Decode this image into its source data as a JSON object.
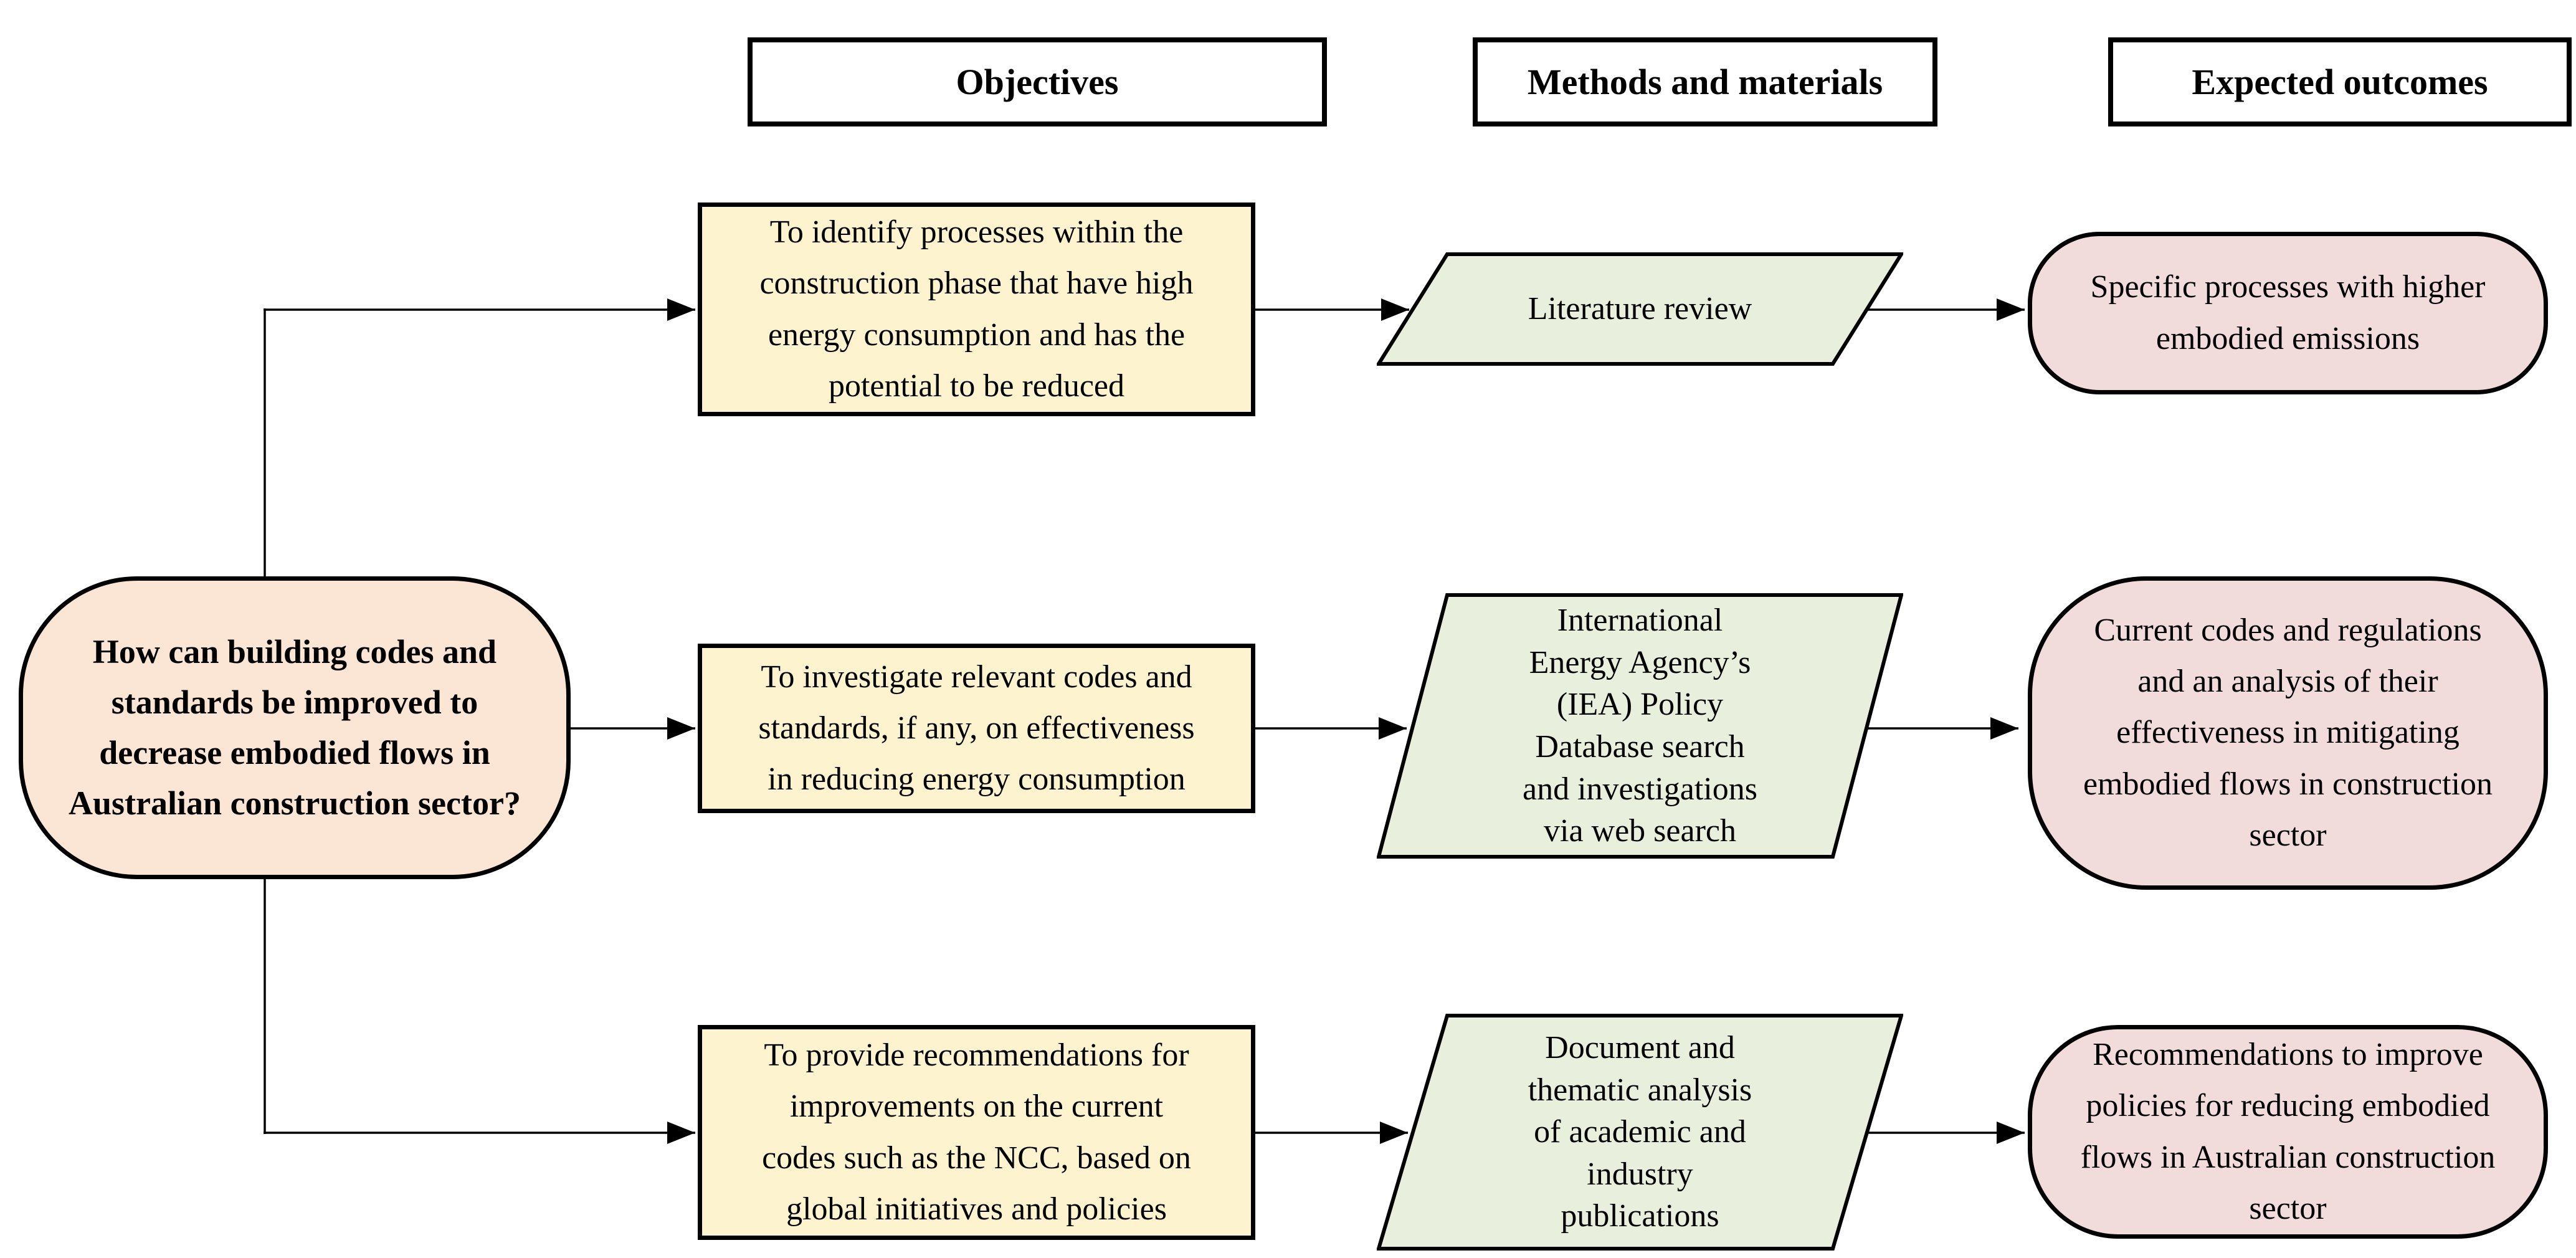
{
  "figure": {
    "headers": [
      {
        "label": "Objectives"
      },
      {
        "label": "Methods and materials"
      },
      {
        "label": "Expected outcomes"
      }
    ],
    "research_question": "How can building codes and\nstandards be improved to\ndecrease embodied flows in\nAustralian construction sector?",
    "rows": [
      {
        "objective": "To identify processes within the\nconstruction phase that have high\nenergy consumption and has the\npotential to be reduced",
        "method": "Literature review",
        "outcome": "Specific processes with higher\nembodied emissions"
      },
      {
        "objective": "To investigate relevant codes and\nstandards, if any, on effectiveness\nin reducing energy consumption",
        "method": "International\nEnergy Agency’s\n(IEA) Policy\nDatabase search\nand investigations\nvia web search",
        "outcome": "Current codes and regulations\nand an analysis of their\neffectiveness in mitigating\nembodied flows in construction\nsector"
      },
      {
        "objective": "To provide recommendations for\nimprovements on the current\ncodes such as the NCC, based on\nglobal initiatives and policies",
        "method": "Document and\nthematic analysis\nof academic and\nindustry\npublications",
        "outcome": "Recommendations to improve\npolicies for reducing embodied\nflows in Australian construction\nsector"
      }
    ],
    "colors": {
      "question_fill": "#FBE5D5",
      "objective_fill": "#FDF3CF",
      "method_fill": "#E9EFDD",
      "outcome_fill": "#F1DBDB",
      "stroke": "#000000"
    }
  }
}
